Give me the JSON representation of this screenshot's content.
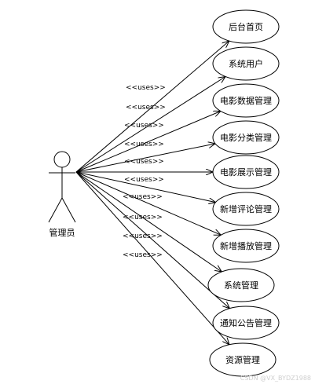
{
  "actor": {
    "label": "管理员"
  },
  "use_cases": [
    {
      "label": "后台首页"
    },
    {
      "label": "系统用户"
    },
    {
      "label": "电影数据管理"
    },
    {
      "label": "电影分类管理"
    },
    {
      "label": "电影展示管理"
    },
    {
      "label": "新增评论管理"
    },
    {
      "label": "新增播放管理"
    },
    {
      "label": "系统管理"
    },
    {
      "label": "通知公告管理"
    },
    {
      "label": "资源管理"
    }
  ],
  "relationship_label": "<<uses>>",
  "watermark": "CSDN @VX_BYDZ1988"
}
